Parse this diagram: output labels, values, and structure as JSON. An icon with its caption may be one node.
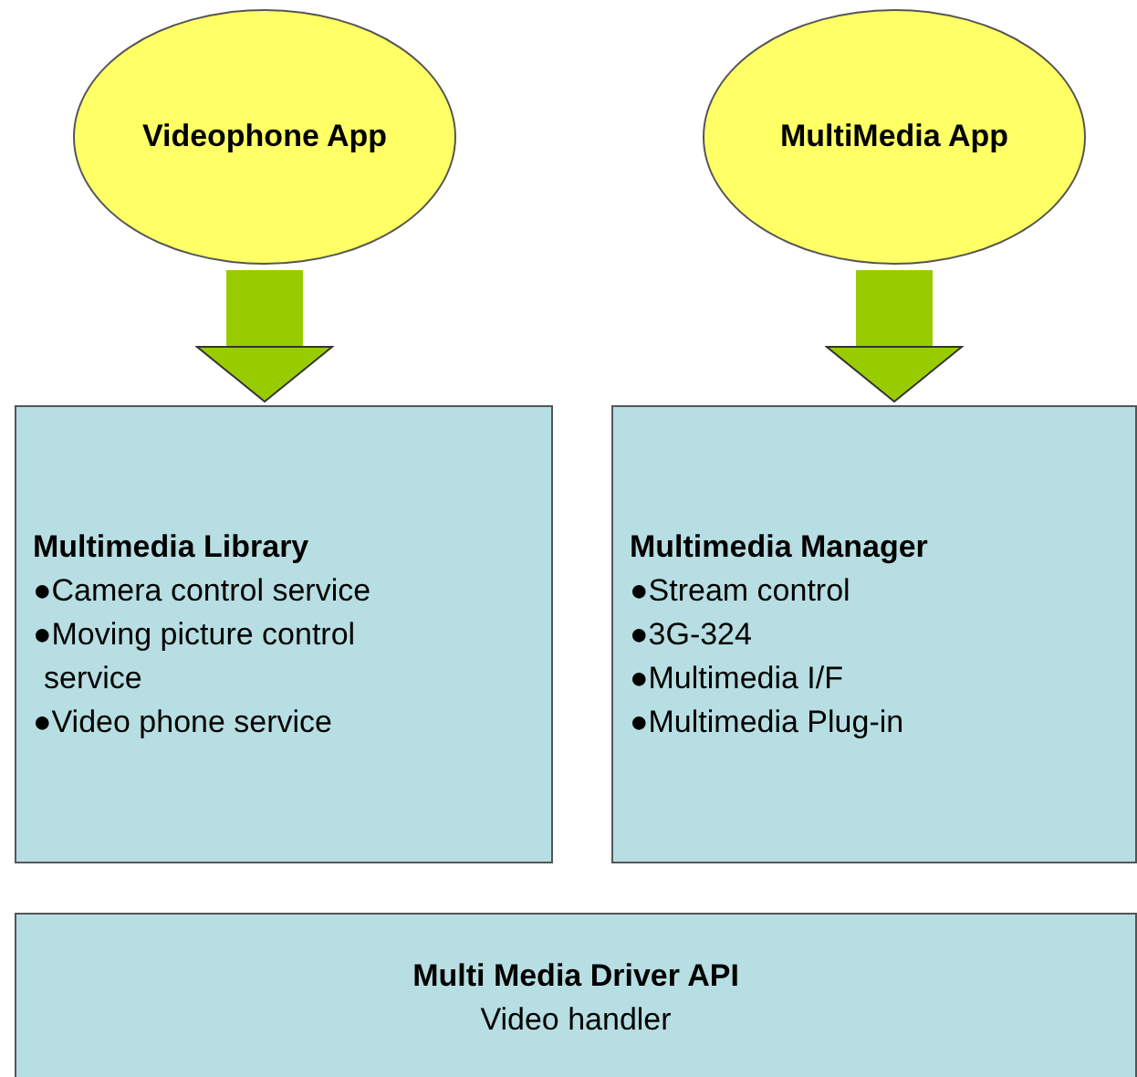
{
  "diagram": {
    "nodes": [
      {
        "text": [
          "Videophone App"
        ]
      },
      {
        "text": [
          "MultiMedia App"
        ]
      },
      {
        "text": [
          "Multimedia Library",
          "●Camera control service",
          "●Moving picture control service",
          "●Video phone service"
        ]
      },
      {
        "text": [
          "Multimedia Manager",
          "●Stream control",
          "●3G-324",
          "●Multimedia I/F",
          "●Multimedia Plug-in"
        ]
      },
      {
        "text": [
          "Multi Media Driver API",
          "Video handler"
        ]
      }
    ],
    "edges": [
      {
        "from": 0,
        "to": 2,
        "arrow": "to"
      },
      {
        "from": 1,
        "to": 3,
        "arrow": "to"
      }
    ]
  }
}
